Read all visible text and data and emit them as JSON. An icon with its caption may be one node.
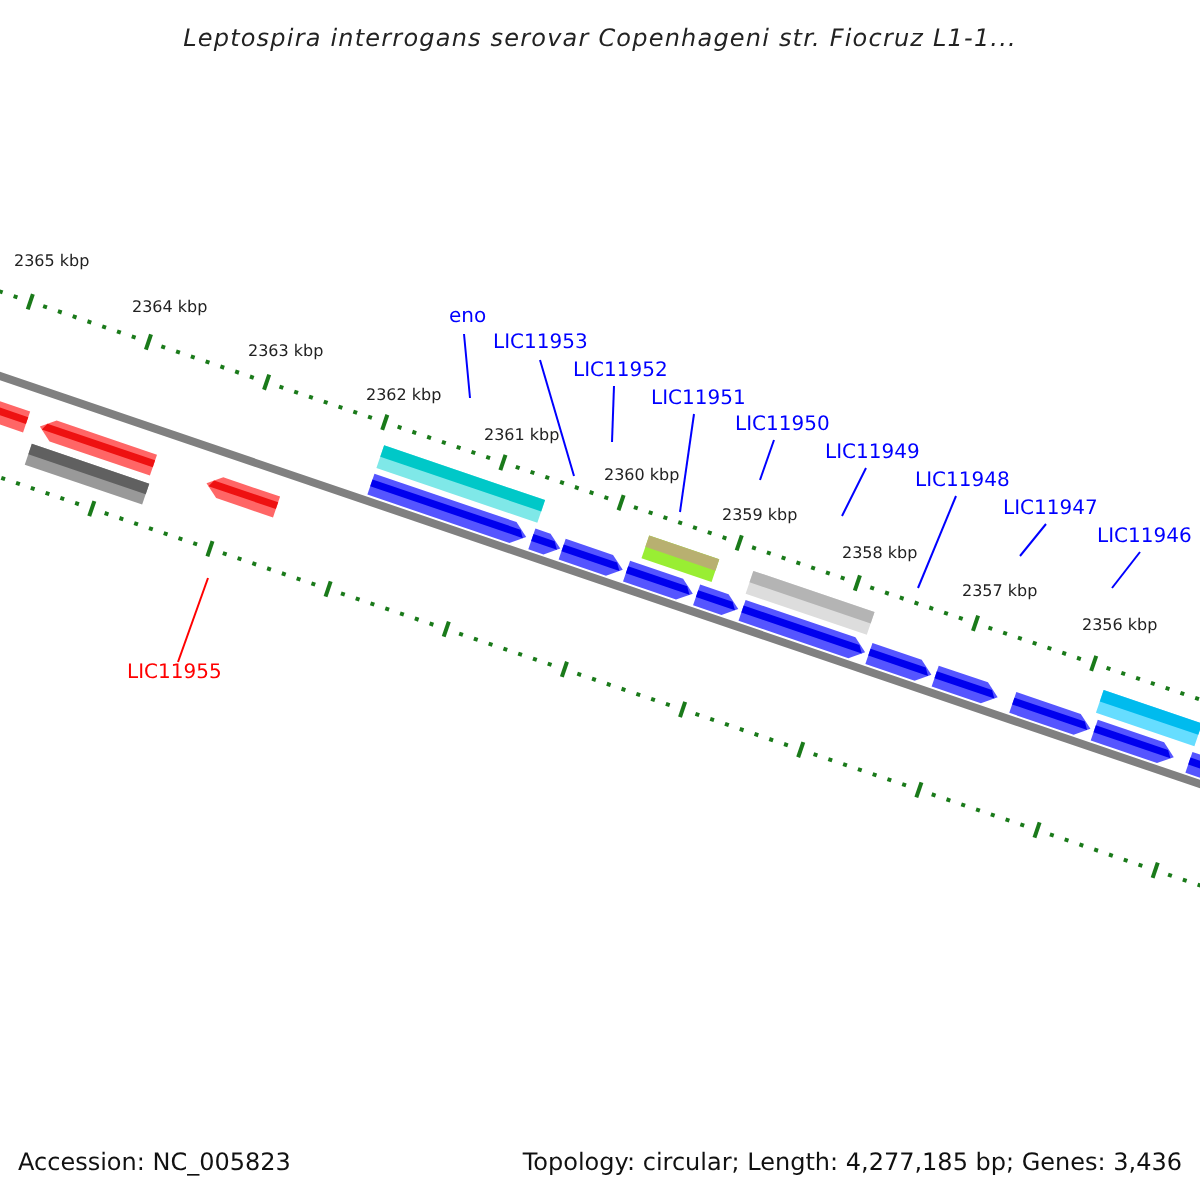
{
  "diagram": {
    "title": "Leptospira interrogans serovar Copenhageni str. Fiocruz L1-1...",
    "nodes": [
      {
        "text": [
          "eno"
        ]
      },
      {
        "text": [
          "LIC11953"
        ]
      },
      {
        "text": [
          "LIC11952"
        ]
      },
      {
        "text": [
          "LIC11951"
        ]
      },
      {
        "text": [
          "LIC11950"
        ]
      },
      {
        "text": [
          "LIC11949"
        ]
      },
      {
        "text": [
          "LIC11948"
        ]
      },
      {
        "text": [
          "LIC11947"
        ]
      },
      {
        "text": [
          "LIC11946"
        ]
      },
      {
        "text": [
          "LIC11955"
        ]
      }
    ],
    "edges": [
      {
        "from": 0,
        "to": null,
        "arrow": "none"
      },
      {
        "from": 1,
        "to": null,
        "arrow": "none"
      },
      {
        "from": 2,
        "to": null,
        "arrow": "none"
      },
      {
        "from": 3,
        "to": null,
        "arrow": "none"
      },
      {
        "from": 4,
        "to": null,
        "arrow": "none"
      },
      {
        "from": 5,
        "to": null,
        "arrow": "none"
      },
      {
        "from": 6,
        "to": null,
        "arrow": "none"
      },
      {
        "from": 7,
        "to": null,
        "arrow": "none"
      },
      {
        "from": 8,
        "to": null,
        "arrow": "none"
      },
      {
        "from": 9,
        "to": null,
        "arrow": "none",
        "color": "#ff0000"
      }
    ],
    "labels": [
      "2365 kbp",
      "2364 kbp",
      "2363 kbp",
      "2362 kbp",
      "2361 kbp",
      "2360 kbp",
      "2359 kbp",
      "2358 kbp",
      "2357 kbp",
      "2356 kbp",
      "Accession: NC_005823",
      "Topology: circular; Length: 4,277,185 bp; Genes: 3,436"
    ]
  }
}
